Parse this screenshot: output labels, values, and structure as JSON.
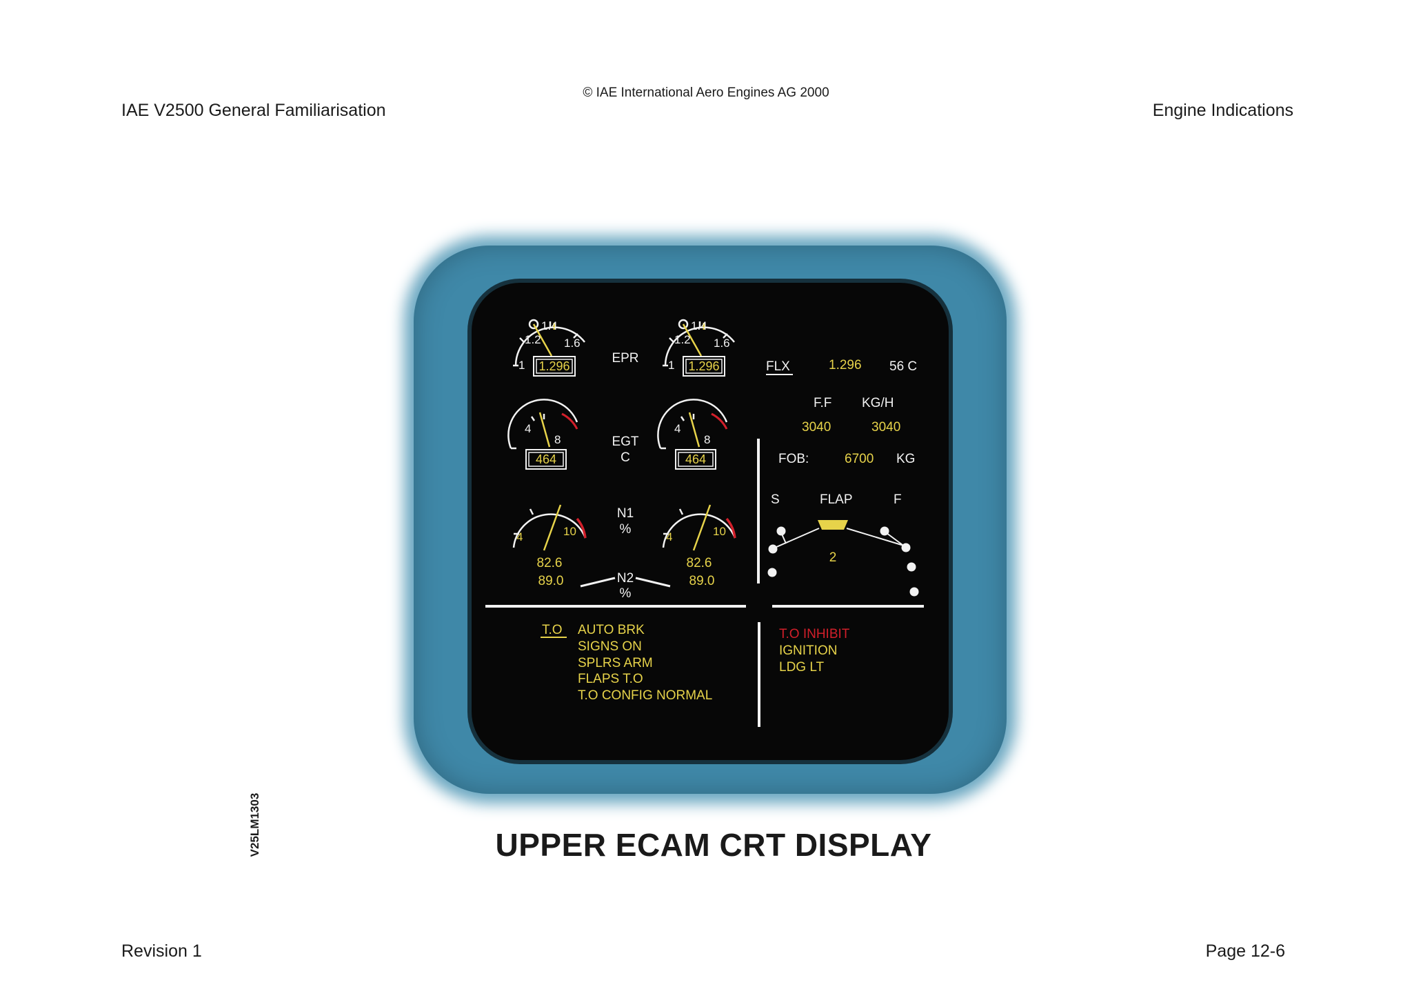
{
  "header": {
    "copyright": "© IAE International Aero Engines AG 2000",
    "left_title": "IAE V2500 General Familiarisation",
    "right_title": "Engine Indications"
  },
  "footer": {
    "revision": "Revision 1",
    "page": "Page 12-6"
  },
  "figure_ref": "V25LM1303",
  "caption": "UPPER ECAM CRT DISPLAY",
  "ecam": {
    "epr": {
      "label": "EPR",
      "scale": [
        "1",
        "1.2",
        "1.4",
        "1.6"
      ],
      "engine1_value": "1.296",
      "engine2_value": "1.296"
    },
    "egt": {
      "label_1": "EGT",
      "label_2": "C",
      "scale": [
        "4",
        "8"
      ],
      "engine1_value": "464",
      "engine2_value": "464"
    },
    "n1": {
      "label_1": "N1",
      "label_2": "%",
      "scale": [
        "4",
        "10"
      ],
      "engine1_value": "82.6",
      "engine2_value": "82.6"
    },
    "n2": {
      "label_1": "N2",
      "label_2": "%",
      "engine1_value": "89.0",
      "engine2_value": "89.0"
    },
    "flx": {
      "label": "FLX",
      "epr": "1.296",
      "temp": "56 C"
    },
    "fuel_flow": {
      "label": "F.F",
      "unit": "KG/H",
      "engine1": "3040",
      "engine2": "3040"
    },
    "fob": {
      "label": "FOB:",
      "value": "6700",
      "unit": "KG"
    },
    "flap": {
      "label": "FLAP",
      "slat_label": "S",
      "flap_label": "F",
      "position": "2"
    },
    "memo_left": {
      "title": "T.O",
      "items": [
        "AUTO BRK",
        "SIGNS ON",
        "SPLRS ARM",
        "FLAPS T.O",
        "T.O CONFIG NORMAL"
      ]
    },
    "memo_right": {
      "inhibit": "T.O INHIBIT",
      "items": [
        "IGNITION",
        "LDG LT"
      ]
    },
    "colors": {
      "white": "#f2f2f2",
      "green_yellow": "#e7d34a",
      "red": "#d21f2a",
      "bezel": "#3f88a8"
    }
  }
}
